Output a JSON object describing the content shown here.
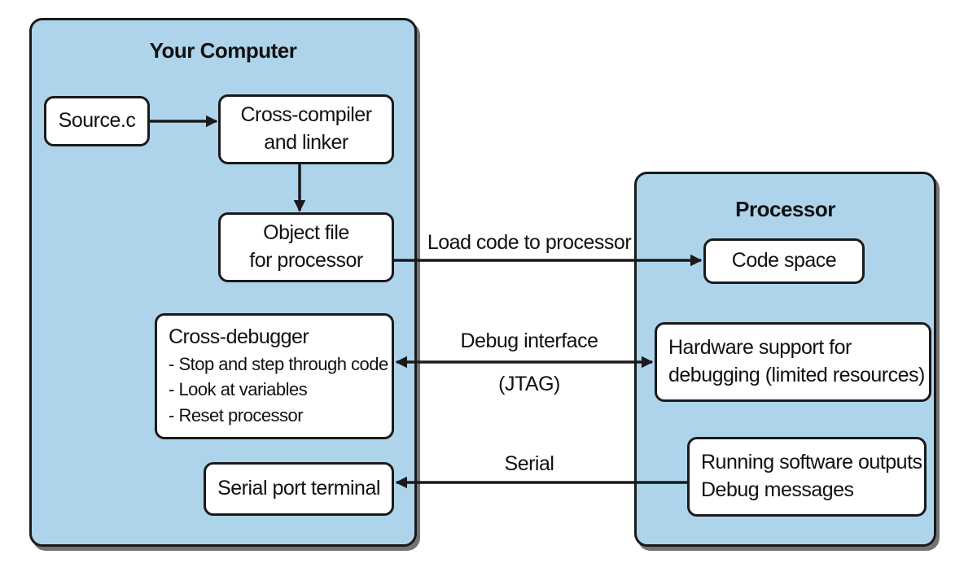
{
  "panels": {
    "computer": {
      "title": "Your Computer"
    },
    "processor": {
      "title": "Processor"
    }
  },
  "nodes": {
    "source": {
      "line1": "Source.c"
    },
    "compiler": {
      "line1": "Cross-compiler",
      "line2": "and linker"
    },
    "object_file": {
      "line1": "Object file",
      "line2": "for processor"
    },
    "debugger": {
      "title": "Cross-debugger",
      "items": [
        "- Stop and step through code",
        "- Look at variables",
        "- Reset processor"
      ]
    },
    "serial_terminal": {
      "line1": "Serial port terminal"
    },
    "code_space": {
      "line1": "Code space"
    },
    "hw_support": {
      "line1": "Hardware support for",
      "line2": "debugging (limited resources)"
    },
    "running_sw": {
      "line1": "Running software outputs",
      "line2": "Debug messages"
    }
  },
  "connections": {
    "load": {
      "label": "Load code to processor"
    },
    "debug": {
      "label": "Debug interface",
      "sublabel": "(JTAG)"
    },
    "serial": {
      "label": "Serial"
    }
  },
  "colors": {
    "panel_fill": "#aed4ec",
    "outline": "#1a1a1a",
    "node_fill": "#ffffff"
  }
}
